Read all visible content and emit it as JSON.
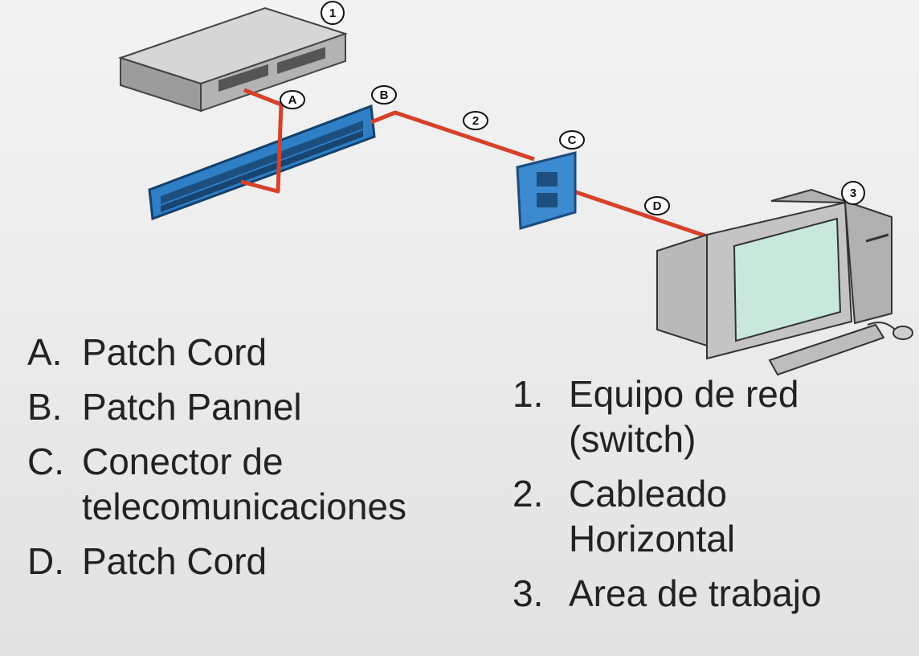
{
  "diagram": {
    "callouts": {
      "switch": "1",
      "patch_panel": "B",
      "patch_cord_a": "A",
      "horizontal_cabling": "2",
      "telecom_outlet": "C",
      "patch_cord_d": "D",
      "workstation": "3"
    },
    "colors": {
      "cable": "#d8402a",
      "patch_panel": "#2f7fc6",
      "switch_body": "#a9a9a9",
      "outlet": "#3c8ad0",
      "screen": "#c8e8dc",
      "computer_body": "#b5b5b5"
    }
  },
  "legend_left": [
    {
      "key": "A.",
      "text": "Patch Cord"
    },
    {
      "key": "B.",
      "text": "Patch Pannel"
    },
    {
      "key": "C.",
      "text": "Conector de telecomunicaciones"
    },
    {
      "key": "D.",
      "text": "Patch Cord"
    }
  ],
  "legend_right": [
    {
      "key": "1.",
      "text": "Equipo de red (switch)"
    },
    {
      "key": "2.",
      "text": "Cableado Horizontal"
    },
    {
      "key": "3.",
      "text": "Area de trabajo"
    }
  ]
}
